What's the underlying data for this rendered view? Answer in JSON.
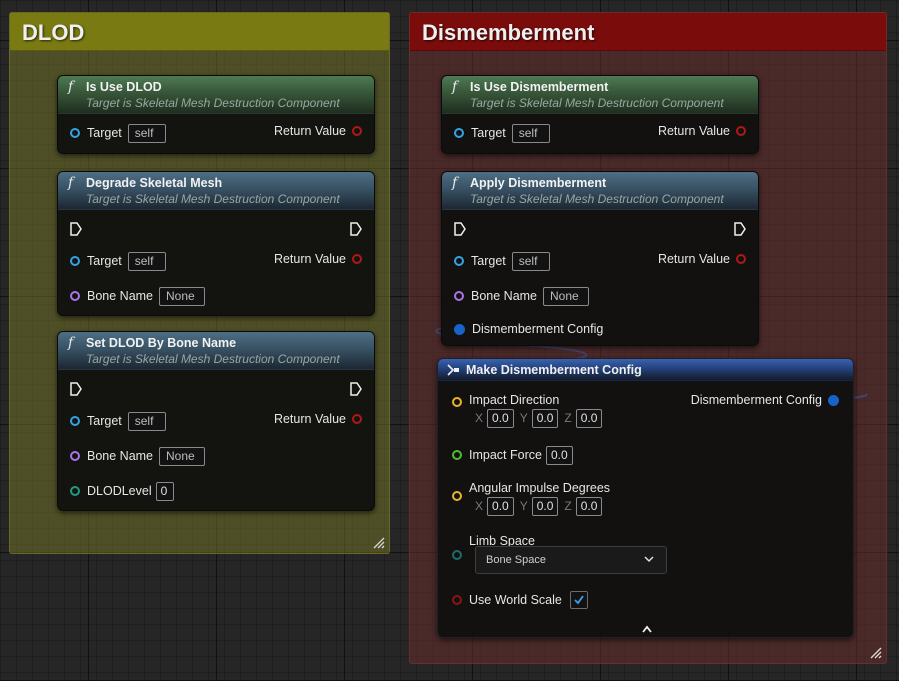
{
  "colors": {
    "dlod_comment": "#7a7a12",
    "dismemberment_comment": "#7a0c0c",
    "pin_object": "#32a3e4",
    "pin_bool": "#b01818",
    "pin_name": "#a875e6",
    "pin_int": "#1f9a85",
    "pin_vector": "#e8b62a",
    "pin_float": "#4cc02a",
    "pin_struct": "#1763c7"
  },
  "comments": {
    "dlod": {
      "title": "DLOD"
    },
    "dismemberment": {
      "title": "Dismemberment"
    }
  },
  "nodes": {
    "is_use_dlod": {
      "icon": "function-icon",
      "title": "Is Use DLOD",
      "subtitle": "Target is Skeletal Mesh Destruction Component",
      "target_label": "Target",
      "target_value": "self",
      "return_label": "Return Value"
    },
    "degrade_skeletal_mesh": {
      "icon": "function-icon",
      "title": "Degrade Skeletal Mesh",
      "subtitle": "Target is Skeletal Mesh Destruction Component",
      "target_label": "Target",
      "target_value": "self",
      "return_label": "Return Value",
      "bone_name_label": "Bone Name",
      "bone_name_value": "None"
    },
    "set_dlod_by_bone_name": {
      "icon": "function-icon",
      "title": "Set DLOD By Bone Name",
      "subtitle": "Target is Skeletal Mesh Destruction Component",
      "target_label": "Target",
      "target_value": "self",
      "return_label": "Return Value",
      "bone_name_label": "Bone Name",
      "bone_name_value": "None",
      "dlod_level_label": "DLODLevel",
      "dlod_level_value": "0"
    },
    "is_use_dismemberment": {
      "icon": "function-icon",
      "title": "Is Use Dismemberment",
      "subtitle": "Target is Skeletal Mesh Destruction Component",
      "target_label": "Target",
      "target_value": "self",
      "return_label": "Return Value"
    },
    "apply_dismemberment": {
      "icon": "function-icon",
      "title": "Apply Dismemberment",
      "subtitle": "Target is Skeletal Mesh Destruction Component",
      "target_label": "Target",
      "target_value": "self",
      "return_label": "Return Value",
      "bone_name_label": "Bone Name",
      "bone_name_value": "None",
      "config_label": "Dismemberment Config"
    },
    "make_dismemberment_config": {
      "icon": "make-struct-icon",
      "title": "Make Dismemberment Config",
      "output_label": "Dismemberment Config",
      "impact_direction": {
        "label": "Impact Direction",
        "x_label": "X",
        "x": "0.0",
        "y_label": "Y",
        "y": "0.0",
        "z_label": "Z",
        "z": "0.0"
      },
      "impact_force": {
        "label": "Impact Force",
        "value": "0.0"
      },
      "angular_impulse": {
        "label": "Angular Impulse Degrees",
        "x_label": "X",
        "x": "0.0",
        "y_label": "Y",
        "y": "0.0",
        "z_label": "Z",
        "z": "0.0"
      },
      "limb_space": {
        "label": "Limb Space",
        "selected": "Bone Space"
      },
      "use_world_scale": {
        "label": "Use World Scale",
        "checked": true
      }
    }
  }
}
